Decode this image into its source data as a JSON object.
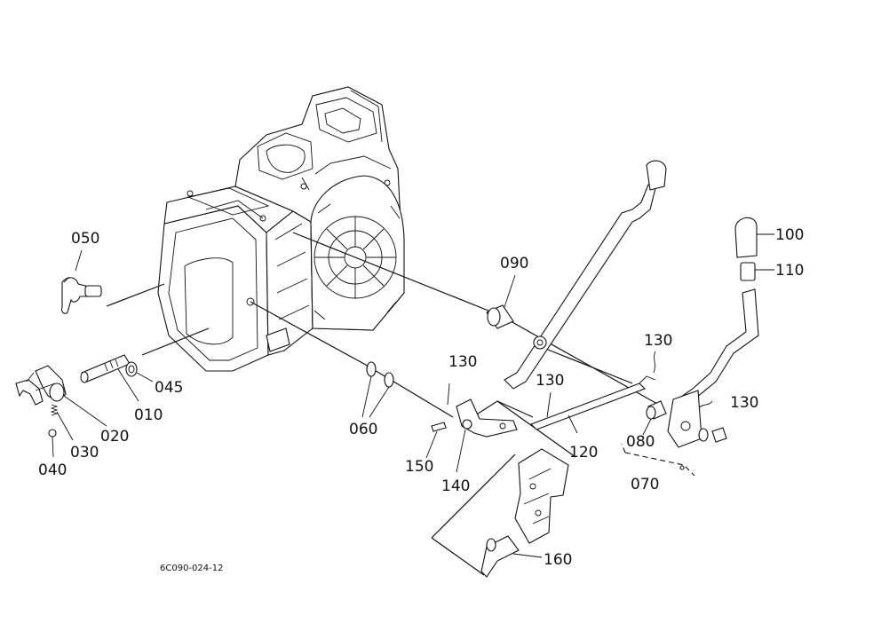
{
  "diagram": {
    "figure_code": "6C090-024-12",
    "callouts": {
      "p010": "010",
      "p020": "020",
      "p030": "030",
      "p040": "040",
      "p045": "045",
      "p050": "050",
      "p060": "060",
      "p070": "070",
      "p080": "080",
      "p090": "090",
      "p100": "100",
      "p110": "110",
      "p120": "120",
      "p130a": "130",
      "p130b": "130",
      "p130c": "130",
      "p130d": "130",
      "p140": "140",
      "p150": "150",
      "p160": "160"
    }
  }
}
